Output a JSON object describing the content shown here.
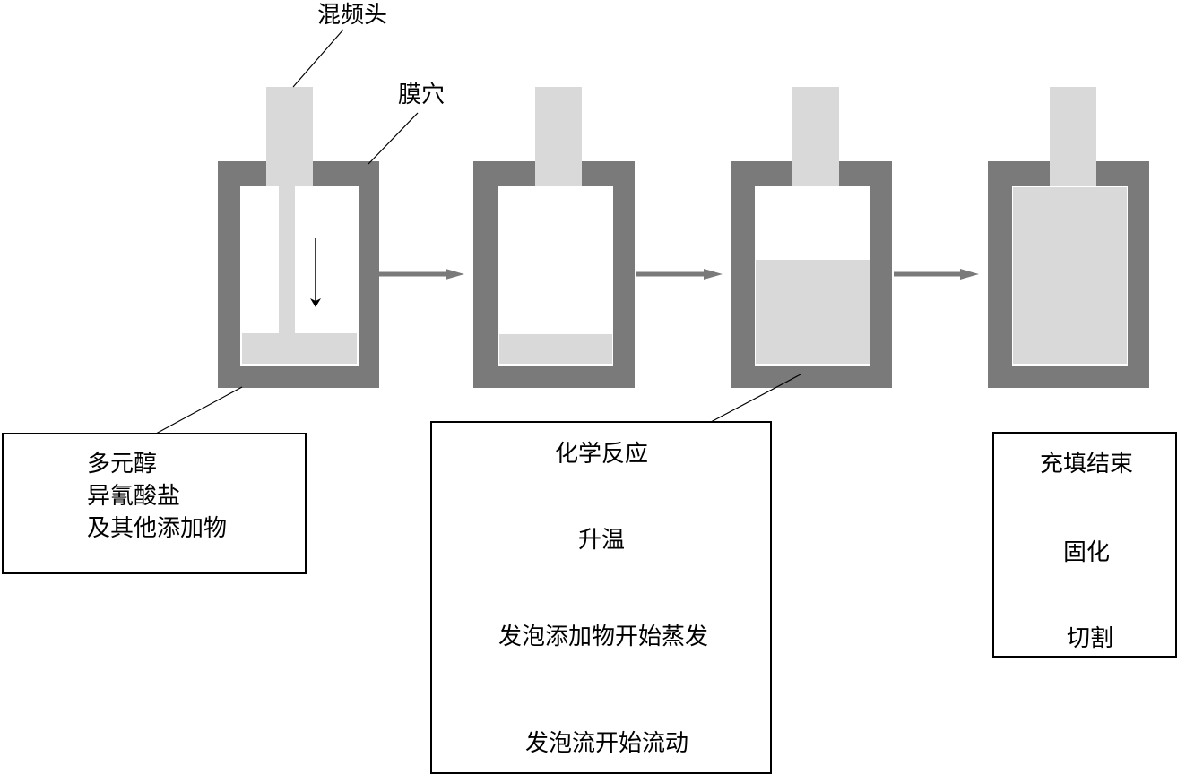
{
  "diagram": {
    "labels": {
      "mixing_head": "混频头",
      "mold_cavity": "膜穴"
    },
    "boxes": {
      "materials": {
        "lines": [
          "多元醇",
          "异氰酸盐",
          "及其他添加物"
        ]
      },
      "reaction": {
        "steps": [
          "化学反应",
          "升温",
          "发泡添加物开始蒸发",
          "发泡流开始流动"
        ]
      },
      "finish": {
        "steps": [
          "充填结束",
          "固化",
          "切割"
        ]
      }
    },
    "colors": {
      "mold_wall": "#7a7a7a",
      "fill": "#d9d9d9",
      "arrow": "#7a7a7a",
      "line": "#000000",
      "cavity_bg": "#ffffff"
    }
  }
}
